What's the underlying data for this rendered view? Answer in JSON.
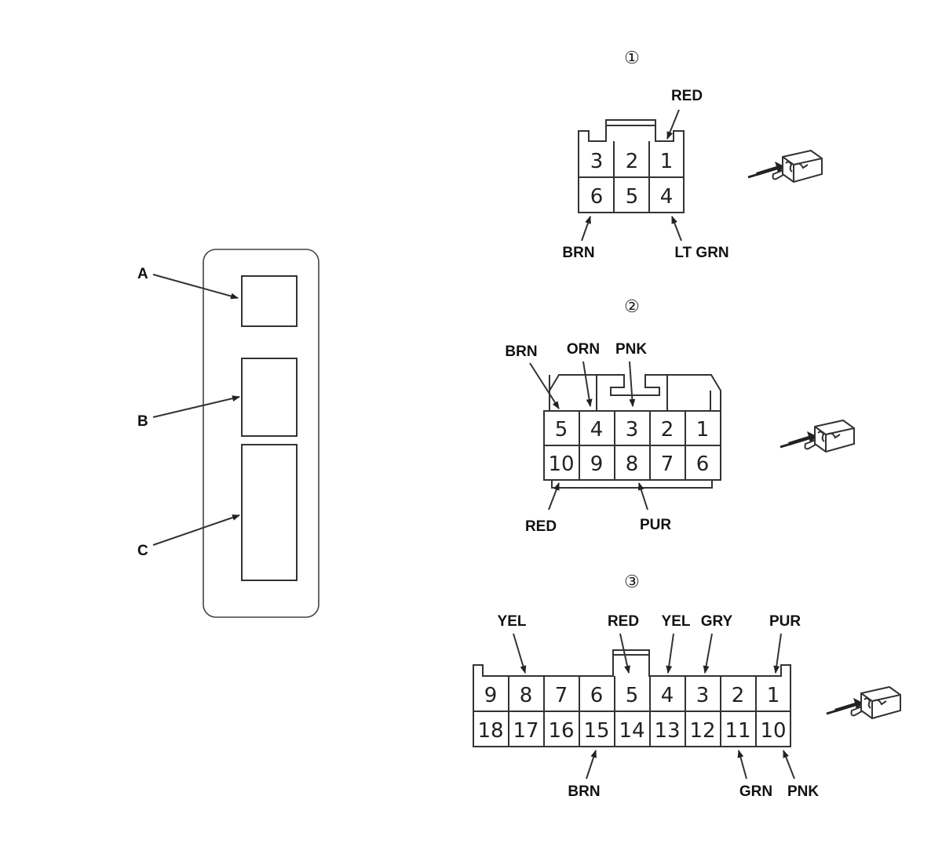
{
  "panel": {
    "labels": [
      "A",
      "B",
      "C"
    ]
  },
  "connectors": [
    {
      "number": "①",
      "pins_top": [
        "3",
        "2",
        "1"
      ],
      "pins_bottom": [
        "6",
        "5",
        "4"
      ],
      "wires": [
        "RED",
        "BRN",
        "LT GRN"
      ]
    },
    {
      "number": "②",
      "pins_top": [
        "5",
        "4",
        "3",
        "2",
        "1"
      ],
      "pins_bottom": [
        "10",
        "9",
        "8",
        "7",
        "6"
      ],
      "wires": [
        "BRN",
        "ORN",
        "PNK",
        "RED",
        "PUR"
      ]
    },
    {
      "number": "③",
      "pins_top": [
        "9",
        "8",
        "7",
        "6",
        "5",
        "4",
        "3",
        "2",
        "1"
      ],
      "pins_bottom": [
        "18",
        "17",
        "16",
        "15",
        "14",
        "13",
        "12",
        "11",
        "10"
      ],
      "wires": [
        "YEL",
        "RED",
        "YEL",
        "GRY",
        "PUR",
        "BRN",
        "GRN",
        "PNK"
      ]
    }
  ],
  "icons": [
    "terminal-side-icon"
  ]
}
